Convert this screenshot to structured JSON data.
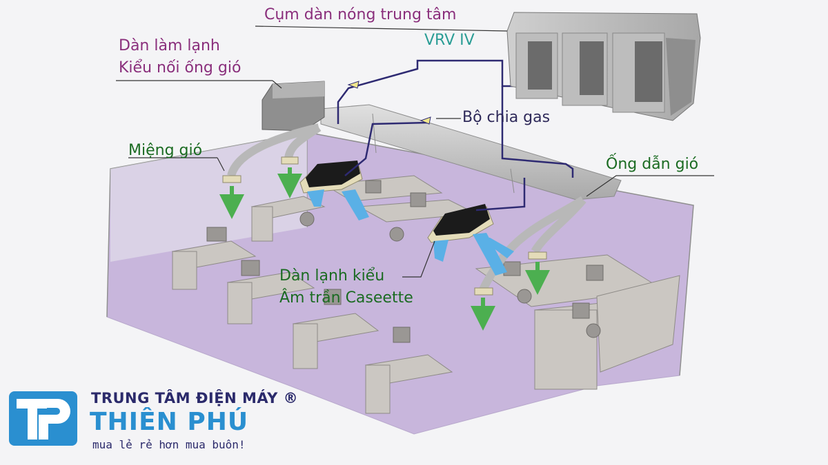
{
  "labels": {
    "outdoor_unit": "Cụm dàn nóng trung tâm",
    "vrv": "VRV IV",
    "ducted_unit_line1": "Dàn làm lạnh",
    "ducted_unit_line2": "Kiểu nối ống gió",
    "gas_divider": "Bộ chia gas",
    "air_outlet": "Miệng gió",
    "air_duct": "Ống dẫn gió",
    "cassette_line1": "Dàn lạnh kiểu",
    "cassette_line2": "Âm trần Caseette"
  },
  "brand": {
    "top_line": "TRUNG TÂM ĐIỆN MÁY ®",
    "name": "THIÊN PHÚ",
    "slogan": "mua lẻ rẻ hơn mua buôn!"
  },
  "colors": {
    "floor": "#c8b6dc",
    "refrigerant_pipe": "#2e2a72",
    "airflow_cold": "#5ab0e6",
    "airflow_supply": "#4caf50",
    "label_magenta": "#8a2f7c",
    "label_green": "#1b6b22",
    "brand_blue": "#2a8fd0",
    "brand_navy": "#2b2a6b"
  }
}
